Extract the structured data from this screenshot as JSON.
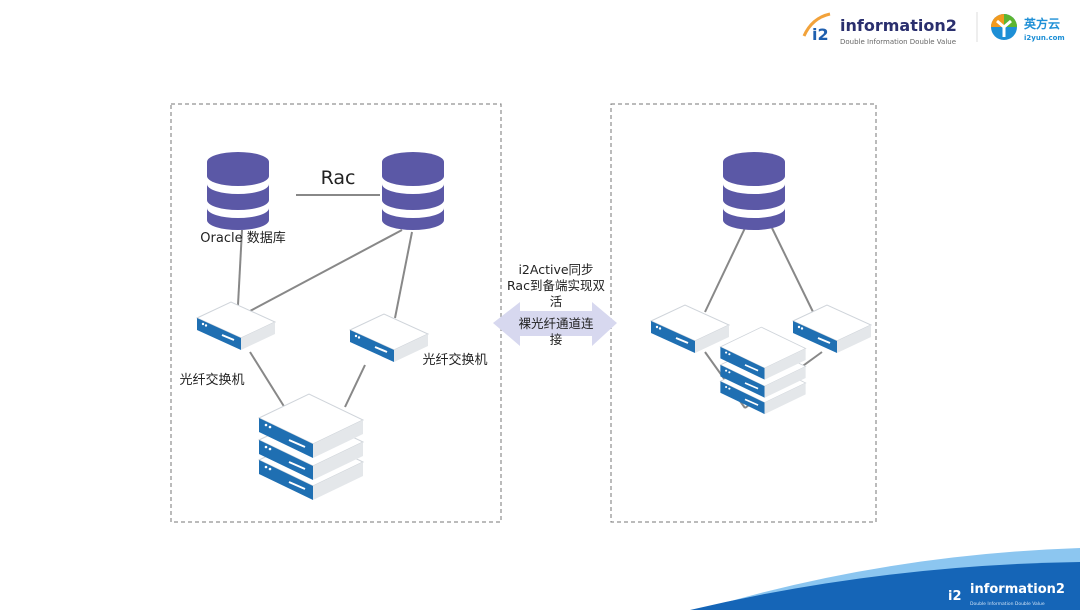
{
  "header": {
    "logo_text": "information2",
    "logo_tagline": "Double Information Double Value",
    "partner_name": "英方云",
    "partner_url": "i2yun.com"
  },
  "diagram": {
    "rac_label": "Rac",
    "db_label": "Oracle 数据库",
    "switch_label_left": "光纤交换机",
    "switch_label_right": "光纤交换机",
    "link_text": [
      "i2Active同步",
      "Rac到备端实现双",
      "活",
      "裸光纤通道连",
      "接"
    ]
  },
  "footer": {
    "logo_text": "information2",
    "logo_tagline": "Double Information Double Value"
  },
  "colors": {
    "db": "#5b58a6",
    "server_blue": "#1f6fb2",
    "arrow": "#d7d8ef",
    "footer_blue": "#1565b7"
  }
}
